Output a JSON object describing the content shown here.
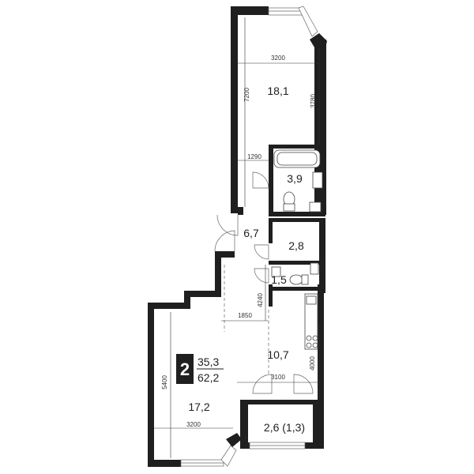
{
  "legend": {
    "rooms": "2",
    "living_area": "35,3",
    "total_area": "62,2"
  },
  "rooms": {
    "bedroom": "18,1",
    "bathroom": "3,9",
    "hall": "6,7",
    "closet": "2,8",
    "toilet": "1,5",
    "kitchen": "10,7",
    "living_room": "17,2",
    "loggia": "2,6 (1,3)"
  },
  "dimensions": {
    "bedroom_width": "3200",
    "bedroom_length": "7200",
    "bedroom_depth": "3780",
    "hall_width": "1290",
    "corridor_width": "1850",
    "corridor_length": "4240",
    "kitchen_width": "3100",
    "kitchen_depth": "4000",
    "living_width": "3200",
    "living_length": "5400"
  }
}
